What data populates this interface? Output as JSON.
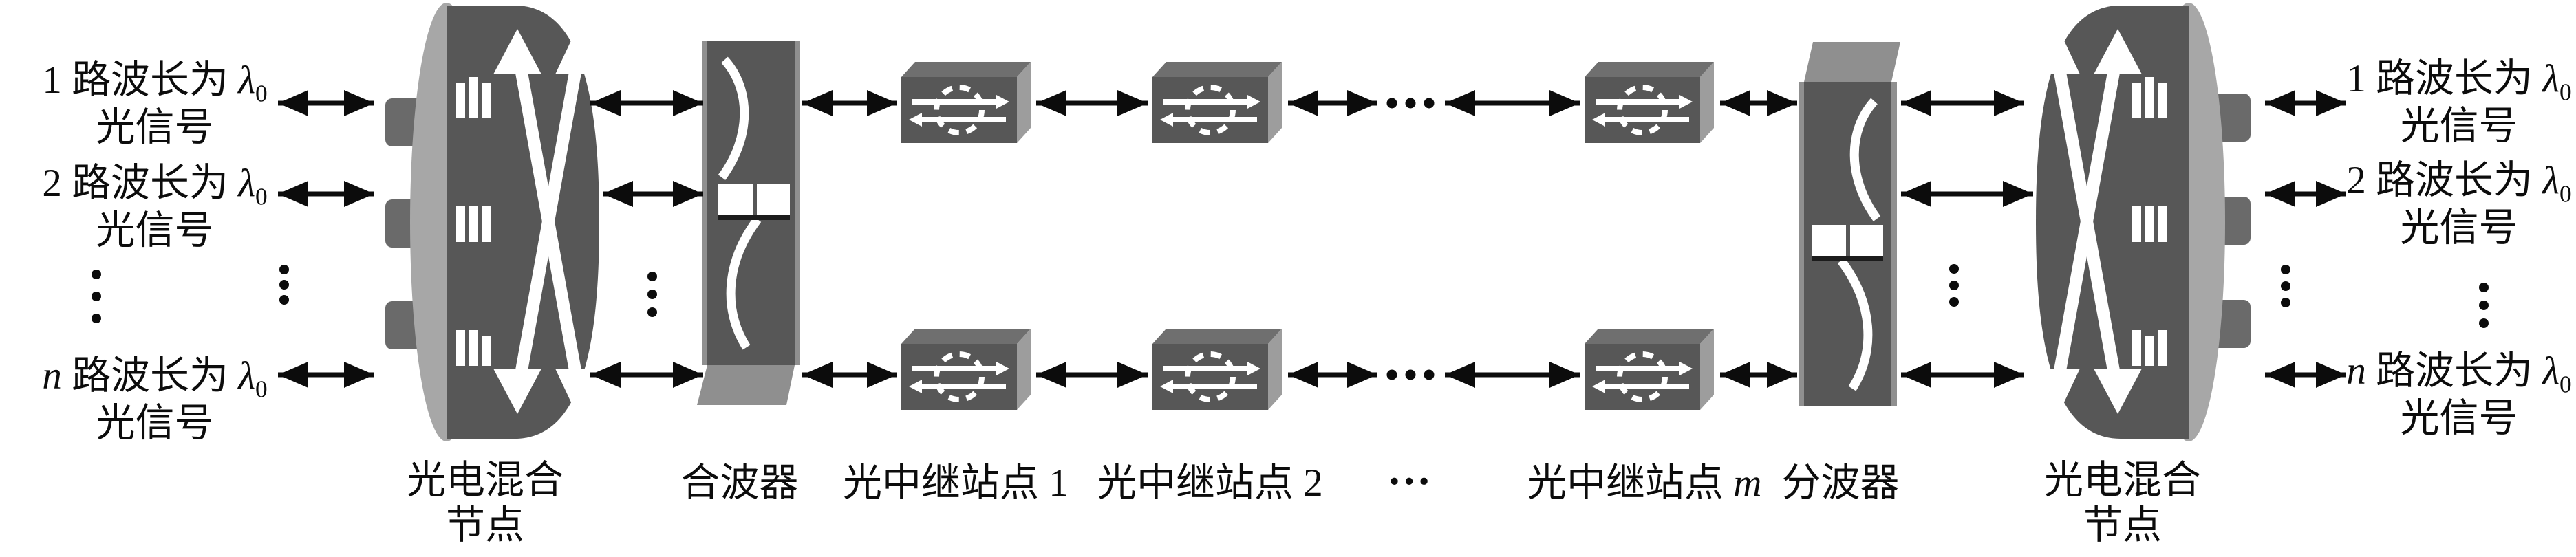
{
  "figure": {
    "title_semantic": "WDM optical transmission link diagram",
    "colors": {
      "bg": "#ffffff",
      "ink": "#0c0c0c",
      "device_dark": "#575757",
      "device_light": "#a7a7a7",
      "device_mid": "#8f8f8f",
      "box_top": "#6f6f6f",
      "box_side": "#9d9d9d",
      "port": "#6a6a6a",
      "icon_white": "#ffffff"
    },
    "channels": {
      "row1": {
        "num": "1",
        "mid": " 路波长为 ",
        "lambda": "λ",
        "sub": "0",
        "line2": "光信号"
      },
      "row2": {
        "num": "2",
        "mid": " 路波长为 ",
        "lambda": "λ",
        "sub": "0",
        "line2": "光信号"
      },
      "rown": {
        "num": "n",
        "mid": " 路波长为 ",
        "lambda": "λ",
        "sub": "0",
        "line2": "光信号"
      }
    },
    "devices": {
      "hybrid_node": {
        "line1": "光电混合",
        "line2": "节点"
      },
      "mux": "合波器",
      "relay_prefix": "光中继站点",
      "relay1_num": "1",
      "relay2_num": "2",
      "relay_m_num": "m",
      "chain_ellipsis": "…",
      "demux": "分波器"
    },
    "icons": {
      "hybrid_node_icon": "crossbar-switch-x",
      "hybrid_node_pulse_icon": "square-wave-bars",
      "port_icon": "port-block",
      "mux_icon": "wave-combiner-curves",
      "demux_icon": "wave-splitter-curves",
      "relay_icon": "repeater-circle-arrows",
      "link_icon": "double-headed-arrow",
      "more_icon": "ellipsis-dots"
    }
  }
}
